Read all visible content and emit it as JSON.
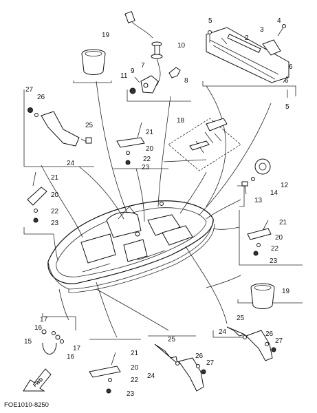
{
  "diagram_code": "FOE1010-8250",
  "fwd_label": "FWD",
  "callouts": [
    {
      "id": "c1-5",
      "text": "5"
    },
    {
      "id": "c1-4",
      "text": "4"
    },
    {
      "id": "c1-3",
      "text": "3"
    },
    {
      "id": "c1-2",
      "text": "2"
    },
    {
      "id": "c1-6a",
      "text": "6"
    },
    {
      "id": "c1-6b",
      "text": "6"
    },
    {
      "id": "c1-5b",
      "text": "5"
    },
    {
      "id": "c1-19",
      "text": "19"
    },
    {
      "id": "c1-10",
      "text": "10"
    },
    {
      "id": "c1-9",
      "text": "9"
    },
    {
      "id": "c1-7",
      "text": "7"
    },
    {
      "id": "c1-11",
      "text": "11"
    },
    {
      "id": "c1-8",
      "text": "8"
    },
    {
      "id": "c1-27",
      "text": "27"
    },
    {
      "id": "c1-26",
      "text": "26"
    },
    {
      "id": "c1-25",
      "text": "25"
    },
    {
      "id": "c1-24",
      "text": "24"
    },
    {
      "id": "c2-21",
      "text": "21"
    },
    {
      "id": "c2-20",
      "text": "20"
    },
    {
      "id": "c2-22",
      "text": "22"
    },
    {
      "id": "c2-23",
      "text": "23"
    },
    {
      "id": "c1-18",
      "text": "18"
    },
    {
      "id": "c1-12",
      "text": "12"
    },
    {
      "id": "c1-14",
      "text": "14"
    },
    {
      "id": "c1-13",
      "text": "13"
    },
    {
      "id": "c3-21",
      "text": "21"
    },
    {
      "id": "c3-20",
      "text": "20"
    },
    {
      "id": "c3-22",
      "text": "22"
    },
    {
      "id": "c3-23",
      "text": "23"
    },
    {
      "id": "c4-21",
      "text": "21"
    },
    {
      "id": "c4-20",
      "text": "20"
    },
    {
      "id": "c4-22",
      "text": "22"
    },
    {
      "id": "c4-23",
      "text": "23"
    },
    {
      "id": "c2-19",
      "text": "19"
    },
    {
      "id": "c1-17",
      "text": "17"
    },
    {
      "id": "c1-16",
      "text": "16"
    },
    {
      "id": "c1-15",
      "text": "15"
    },
    {
      "id": "c1-17b",
      "text": "17"
    },
    {
      "id": "c1-16b",
      "text": "16"
    },
    {
      "id": "c5-21",
      "text": "21"
    },
    {
      "id": "c5-20",
      "text": "20"
    },
    {
      "id": "c5-22",
      "text": "22"
    },
    {
      "id": "c5-23",
      "text": "23"
    },
    {
      "id": "c2-25",
      "text": "25"
    },
    {
      "id": "c2-26",
      "text": "26"
    },
    {
      "id": "c2-27",
      "text": "27"
    },
    {
      "id": "c2-24",
      "text": "24"
    },
    {
      "id": "c3-25",
      "text": "25"
    },
    {
      "id": "c3-26",
      "text": "26"
    },
    {
      "id": "c3-27",
      "text": "27"
    },
    {
      "id": "c3-24",
      "text": "24"
    }
  ]
}
